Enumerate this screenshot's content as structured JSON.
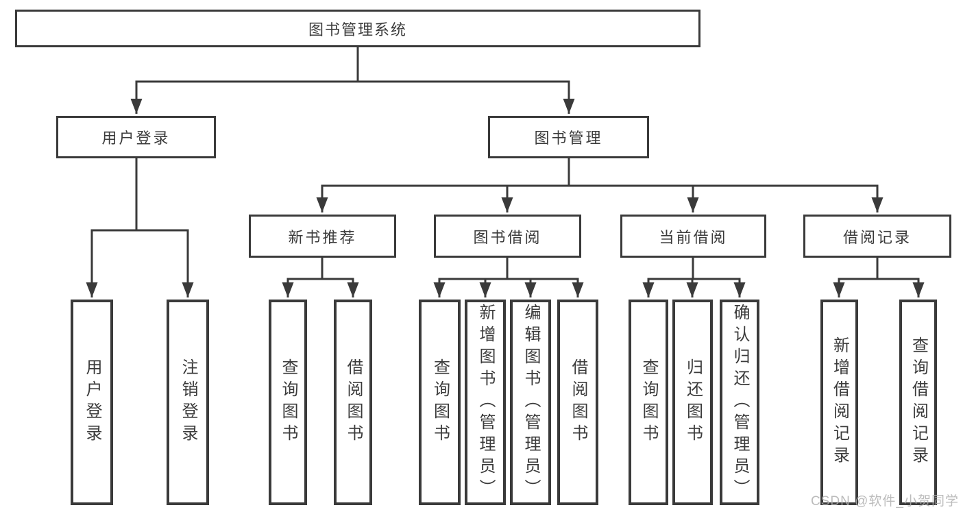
{
  "colors": {
    "line": "#3a3a3a",
    "text": "#3b3b3b",
    "background": "#ffffff",
    "watermark": "#b0b0b0"
  },
  "tree": {
    "root": "图书管理系统",
    "children": [
      {
        "label": "用户登录",
        "children": [
          {
            "label": "用户登录"
          },
          {
            "label": "注销登录"
          }
        ]
      },
      {
        "label": "图书管理",
        "children": [
          {
            "label": "新书推荐",
            "children": [
              {
                "label": "查询图书"
              },
              {
                "label": "借阅图书"
              }
            ]
          },
          {
            "label": "图书借阅",
            "children": [
              {
                "label": "查询图书"
              },
              {
                "label": "新增图书（管理员）"
              },
              {
                "label": "编辑图书（管理员）"
              },
              {
                "label": "借阅图书"
              }
            ]
          },
          {
            "label": "当前借阅",
            "children": [
              {
                "label": "查询图书"
              },
              {
                "label": "归还图书"
              },
              {
                "label": "确认归还（管理员）"
              }
            ]
          },
          {
            "label": "借阅记录",
            "children": [
              {
                "label": "新增借阅记录"
              },
              {
                "label": "查询借阅记录"
              }
            ]
          }
        ]
      }
    ]
  },
  "watermark": "CSDN @软件_小贺同学"
}
